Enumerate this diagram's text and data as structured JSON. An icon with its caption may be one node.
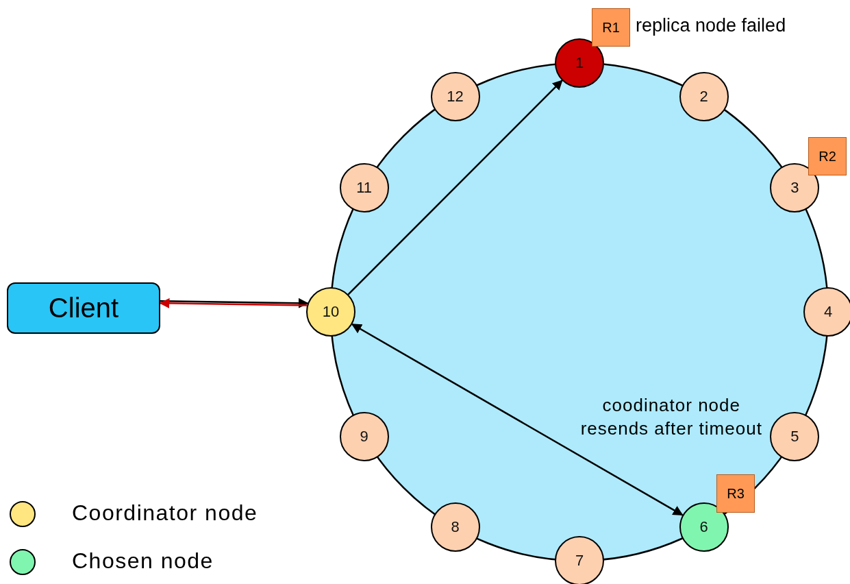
{
  "diagram": {
    "nodes": [
      {
        "text": [
          "Client"
        ]
      },
      {
        "text": [
          "1"
        ]
      },
      {
        "text": [
          "2"
        ]
      },
      {
        "text": [
          "3"
        ]
      },
      {
        "text": [
          "4"
        ]
      },
      {
        "text": [
          "5"
        ]
      },
      {
        "text": [
          "6"
        ]
      },
      {
        "text": [
          "7"
        ]
      },
      {
        "text": [
          "8"
        ]
      },
      {
        "text": [
          "9"
        ]
      },
      {
        "text": [
          "10"
        ]
      },
      {
        "text": [
          "11"
        ]
      },
      {
        "text": [
          "12"
        ]
      },
      {
        "text": [
          "R1"
        ],
        "beside": [
          "replica node failed"
        ]
      },
      {
        "text": [
          "R2"
        ]
      },
      {
        "text": [
          "R3"
        ]
      }
    ],
    "edges": [
      {
        "from": 0,
        "to": 10,
        "arrow": "to"
      },
      {
        "from": 10,
        "to": 0,
        "arrow": "to",
        "color": "#cc0000"
      },
      {
        "from": 10,
        "to": 1,
        "arrow": "to"
      },
      {
        "from": 10,
        "to": 6,
        "arrow": "both",
        "label": "coodinator node resends after timeout"
      }
    ],
    "legend": [
      {
        "text": "Coordinator node",
        "color": "#ffe680"
      },
      {
        "text": "Chosen node",
        "color": "#80f5b0"
      }
    ]
  }
}
